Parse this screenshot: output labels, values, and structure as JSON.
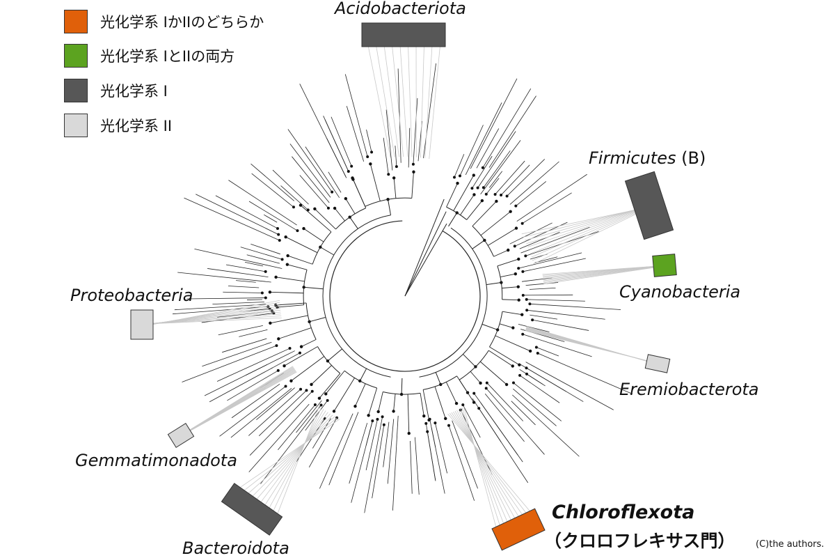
{
  "legend": [
    {
      "label": "光化学系 IかIIのどちらか",
      "color": "#e0600a"
    },
    {
      "label": "光化学系 IとIIの両方",
      "color": "#5ca320"
    },
    {
      "label": "光化学系 I",
      "color": "#575757"
    },
    {
      "label": "光化学系 II",
      "color": "#d9d9d9"
    }
  ],
  "phyla": {
    "acidobacteriota": "Acidobacteriota",
    "firmicutes": "Firmicutes",
    "firmicutes_suffix": " (B)",
    "cyanobacteria": "Cyanobacteria",
    "eremiobacterota": "Eremiobacterota",
    "chloroflexota": "Chloroflexota",
    "chloroflexota_jp": "（クロロフレキサス門）",
    "bacteroidota": "Bacteroidota",
    "gemmatimonadota": "Gemmatimonadota",
    "proteobacteria": "Proteobacteria"
  },
  "credit": "(C)the authors."
}
